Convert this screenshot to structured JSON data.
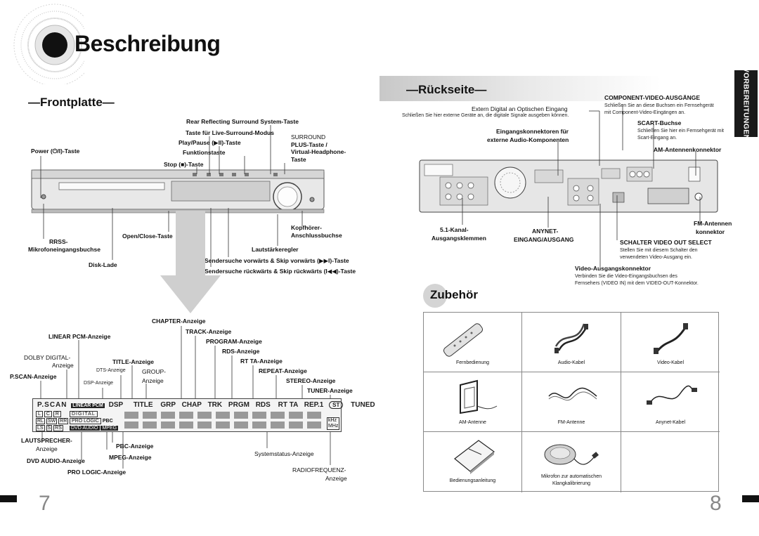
{
  "page_title": "Beschreibung",
  "side_tab": "VORBEREITUNGEN",
  "page_numbers": {
    "left": "7",
    "right": "8"
  },
  "frontplatte": {
    "heading": "Frontplatte",
    "labels": {
      "rear_reflecting": "Rear Reflecting Surround System-Taste",
      "live_surround": "Taste für Live-Surround-Modus",
      "play_pause": "Play/Pause (▶II)-Taste",
      "surround": "SURROUND",
      "plus_taste": "PLUS-Taste /",
      "virtual_headphone": "Virtual-Headphone-",
      "taste": "Taste",
      "power": "Power (⏻/I)-Taste",
      "funktionstaste": "Funktionstaste",
      "stop": "Stop (■)-Taste",
      "kopfhorer": "Kopfhörer-",
      "anschlussbuchse": "Anschlussbuchse",
      "rrss": "RRSS-",
      "mikrofon": "Mikrofoneingangsbuchse",
      "open_close": "Open/Close-Taste",
      "lautstarke": "Lautstärkeregler",
      "disk_lade": "Disk-Lade",
      "skip_fwd": "Sendersuche vorwärts & Skip vorwärts (▶▶I)-Taste",
      "skip_back": "Sendersuche rückwärts & Skip rückwärts (I◀◀)-Taste"
    }
  },
  "display": {
    "labels": {
      "chapter": "CHAPTER-Anzeige",
      "track": "TRACK-Anzeige",
      "program": "PROGRAM-Anzeige",
      "rds": "RDS-Anzeige",
      "rtta": "RT TA-Anzeige",
      "repeat": "REPEAT-Anzeige",
      "stereo": "STEREO-Anzeige",
      "tuner": "TUNER-Anzeige",
      "linear_pcm": "LINEAR PCM-Anzeige",
      "dolby_digital": "DOLBY DIGITAL-",
      "anzeige": "Anzeige",
      "title": "TITLE-Anzeige",
      "dts": "DTS-Anzeige",
      "group": "GROUP-",
      "group_anz": "Anzeige",
      "pscan": "P.SCAN-Anzeige",
      "dsp": "DSP-Anzeige",
      "lautsprecher": "LAUTSPRECHER-",
      "lautsprecher_anz": "Anzeige",
      "pbc": "PBC-Anzeige",
      "mpeg": "MPEG-Anzeige",
      "dvd_audio": "DVD AUDIO-Anzeige",
      "pro_logic": "PRO LOGIC-Anzeige",
      "systemstatus": "Systemstatus-Anzeige",
      "radiofrequenz": "RADIOFREQUENZ-",
      "radiofrequenz_anz": "Anzeige"
    },
    "panel": {
      "pscan": "P.SCAN",
      "linear_pcm": "LINEAR PCM",
      "dsp": "DSP",
      "title": "TITLE",
      "grp": "GRP",
      "chap": "CHAP",
      "trk": "TRK",
      "prgm": "PRGM",
      "rds": "RDS",
      "rtta": "RT TA",
      "rep1": "REP.1",
      "st": "ST",
      "tuned": "TUNED",
      "digital": "DIGITAL",
      "pro_logic": "PRO LOGIC",
      "pbc": "PBC",
      "dvd_audio": "DVD AUDIO",
      "mpeg": "MPEG",
      "khz": "kHz",
      "mhz": "MHz",
      "spk_l": "L",
      "spk_c": "C",
      "spk_r": "R",
      "spk_rl": "RL",
      "spk_sw": "SW",
      "spk_rr": "RR",
      "spk_ls": "LS",
      "spk_s": "S",
      "spk_rs": "RS"
    }
  },
  "ruckseite": {
    "heading": "Rückseite",
    "labels": {
      "component_title": "COMPONENT-VIDEO-AUSGÄNGE",
      "component_desc1": "Schließen Sie an diese Buchsen ein Fernsehgerät",
      "component_desc2": "mit Component-Video-Eingängen an.",
      "extern_digital": "Extern Digital an Optischen Eingang",
      "extern_digital_desc": "Schließen Sie hier externe Geräte an, die digitale Signale ausgeben können.",
      "scart_title": "SCART-Buchse",
      "scart_desc1": "Schließen Sie hier ein Fernsehgerät mit",
      "scart_desc2": "Scart-Eingang an.",
      "eingang1": "Eingangskonnektoren für",
      "eingang2": "externe Audio-Komponenten",
      "am_antenne": "AM-Antennenkonnektor",
      "fm_antenne1": "FM-Antennen",
      "fm_antenne2": "konnektor",
      "kanal1": "5.1-Kanal-",
      "kanal2": "Ausgangsklemmen",
      "anynet1": "ANYNET-",
      "anynet2": "EINGANG/AUSGANG",
      "schalter": "SCHALTER VIDEO OUT SELECT",
      "schalter_desc1": "Stellen Sie mit diesem Schalter den",
      "schalter_desc2": "verwendeten Video-Ausgang ein.",
      "video_ausgang": "Video-Ausgangskonnektor",
      "video_desc1": "Verbinden Sie die Video-Eingangsbuchsen des",
      "video_desc2": "Fernsehers (VIDEO IN) mit dem VIDEO-OUT-Konnektor."
    }
  },
  "zubehor": {
    "heading": "Zubehör",
    "items": [
      {
        "label": "Fernbedienung"
      },
      {
        "label": "Audio-Kabel"
      },
      {
        "label": "Video-Kabel"
      },
      {
        "label": "AM-Antenne"
      },
      {
        "label": "FM-Antenne"
      },
      {
        "label": "Anynet-Kabel"
      },
      {
        "label": "Bedienungsanleitung"
      },
      {
        "label": "Mikrofon zur automatischen"
      },
      {
        "label": "Klangkalibrierung"
      }
    ]
  },
  "colors": {
    "accent": "#1a1a1a",
    "panel": "#e4e4e4",
    "circle": "#d0d0d0"
  }
}
